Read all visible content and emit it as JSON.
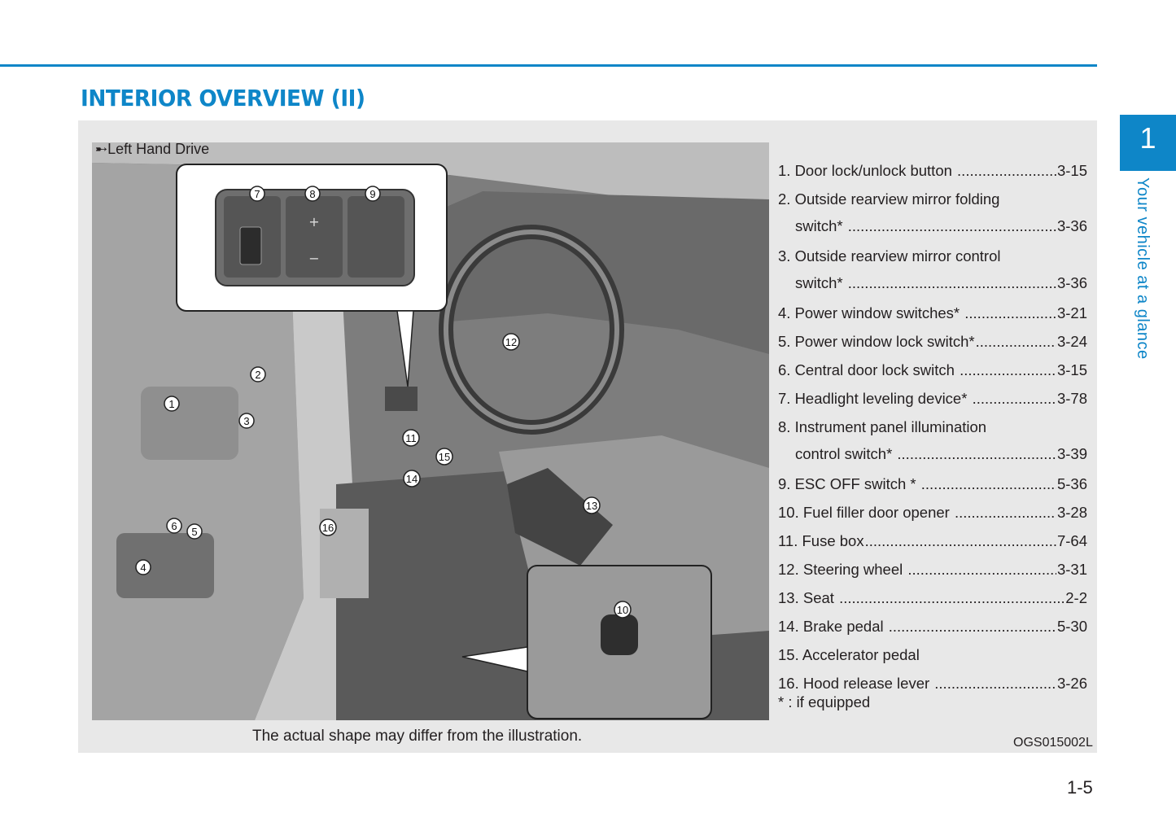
{
  "header": {
    "title": "INTERIOR OVERVIEW (II)"
  },
  "figure": {
    "variant_label": "Left Hand Drive",
    "caption": "The actual shape may differ from the illustration.",
    "code": "OGS015002L",
    "callouts": [
      "1",
      "2",
      "3",
      "4",
      "5",
      "6",
      "7",
      "8",
      "9",
      "10",
      "11",
      "12",
      "13",
      "14",
      "15",
      "16"
    ]
  },
  "items": [
    {
      "label": "1. Door lock/unlock button",
      "page": "3-15"
    },
    {
      "label": "2. Outside rearview mirror folding",
      "label2": "switch*",
      "page": "3-36"
    },
    {
      "label": "3. Outside rearview mirror control",
      "label2": "switch*",
      "page": "3-36"
    },
    {
      "label": "4. Power window switches*",
      "page": "3-21"
    },
    {
      "label": "5. Power window lock switch*",
      "page": "3-24"
    },
    {
      "label": "6. Central door lock switch",
      "page": "3-15"
    },
    {
      "label": "7. Headlight leveling device*",
      "page": "3-78"
    },
    {
      "label": "8. Instrument panel illumination",
      "label2": "control switch*",
      "page": "3-39"
    },
    {
      "label": "9. ESC OFF switch *",
      "page": "5-36"
    },
    {
      "label": "10. Fuel filler door opener",
      "page": "3-28"
    },
    {
      "label": "11. Fuse box",
      "page": "7-64"
    },
    {
      "label": "12. Steering wheel",
      "page": "3-31"
    },
    {
      "label": "13. Seat",
      "page": "2-2"
    },
    {
      "label": "14. Brake pedal",
      "page": "5-30"
    },
    {
      "label": "15. Accelerator pedal",
      "page": ""
    },
    {
      "label": "16. Hood release lever",
      "page": "3-26"
    }
  ],
  "footnote": "* : if equipped",
  "side_tab": {
    "number": "1",
    "text": "Your vehicle at a glance"
  },
  "page_number": "1-5"
}
